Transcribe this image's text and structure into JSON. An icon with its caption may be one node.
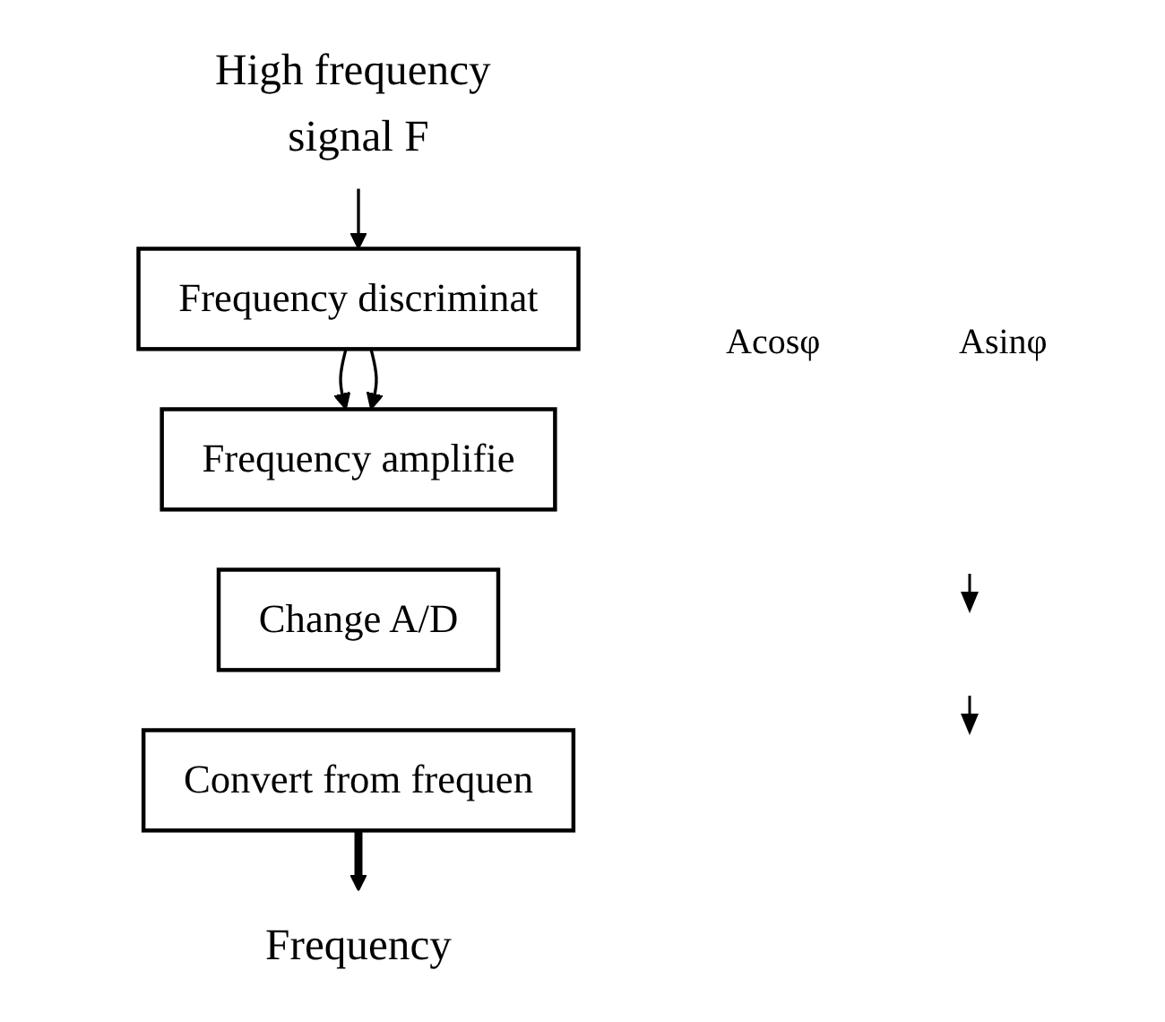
{
  "diagram": {
    "nodes": [
      {
        "text": [
          "High frequency signal F"
        ]
      },
      {
        "text": [
          "Frequency discriminat"
        ]
      },
      {
        "text": [
          "Frequency amplifie"
        ]
      },
      {
        "text": [
          "Change A/D"
        ]
      },
      {
        "text": [
          "Convert from frequen"
        ]
      },
      {
        "text": [
          "Frequency"
        ]
      }
    ],
    "edges": [
      {
        "from": 0,
        "to": 1,
        "arrow": "to"
      },
      {
        "from": 1,
        "to": 2,
        "arrow": "to"
      },
      {
        "from": 1,
        "to": 2,
        "arrow": "to"
      },
      {
        "from": 4,
        "to": 5,
        "arrow": "to",
        "style": "thick"
      }
    ],
    "labels": [
      "Acosφ",
      "Asinφ"
    ]
  }
}
